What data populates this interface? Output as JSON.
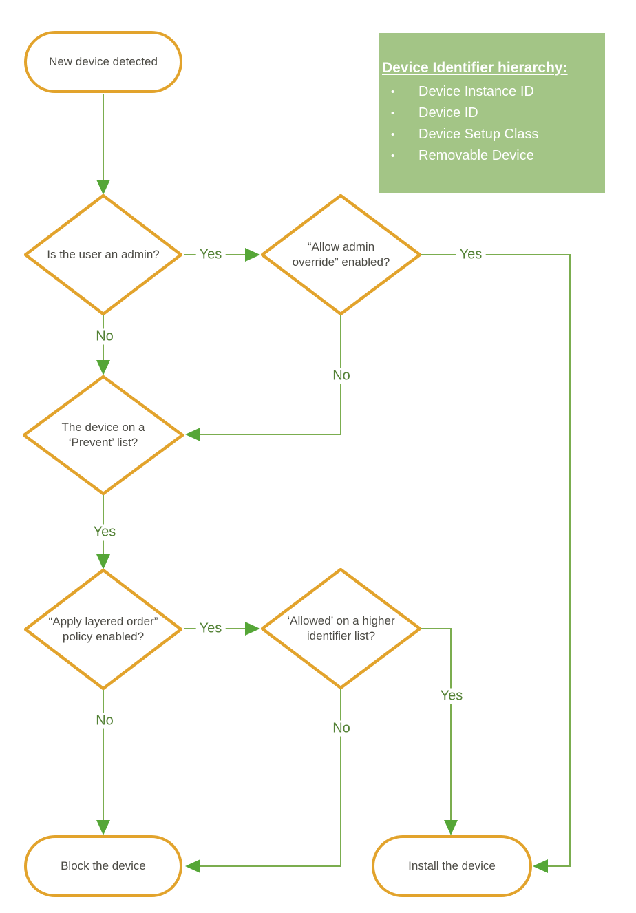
{
  "note": {
    "title": "Device Identifier hierarchy:",
    "bullet": "•",
    "items": [
      "Device Instance ID",
      "Device ID",
      "Device Setup Class",
      "Removable Device"
    ]
  },
  "nodes": {
    "start": {
      "type": "terminator",
      "label": "New device detected"
    },
    "admin": {
      "type": "decision",
      "label": "Is the user an admin?"
    },
    "override": {
      "type": "decision",
      "label": "“Allow admin override” enabled?"
    },
    "prevent": {
      "type": "decision",
      "label": "The device on a ‘Prevent’ list?"
    },
    "layered": {
      "type": "decision",
      "label": "“Apply layered order” policy enabled?"
    },
    "allowed": {
      "type": "decision",
      "label": "‘Allowed’ on a higher identifier list?"
    },
    "block": {
      "type": "terminator",
      "label": "Block the device"
    },
    "install": {
      "type": "terminator",
      "label": "Install the device"
    }
  },
  "edges": [
    {
      "from": "start",
      "to": "admin",
      "label": ""
    },
    {
      "from": "admin",
      "to": "override",
      "label": "Yes"
    },
    {
      "from": "admin",
      "to": "prevent",
      "label": "No"
    },
    {
      "from": "override",
      "to": "install",
      "label": "Yes"
    },
    {
      "from": "override",
      "to": "prevent",
      "label": "No"
    },
    {
      "from": "prevent",
      "to": "layered",
      "label": "Yes"
    },
    {
      "from": "layered",
      "to": "allowed",
      "label": "Yes"
    },
    {
      "from": "layered",
      "to": "block",
      "label": "No"
    },
    {
      "from": "allowed",
      "to": "install",
      "label": "Yes"
    },
    {
      "from": "allowed",
      "to": "block",
      "label": "No"
    }
  ],
  "colors": {
    "orange_border": "#E2A32C",
    "line_green": "#7BAD4F",
    "arrow_green": "#55A637",
    "label_green": "#538135",
    "node_text": "#4C4B45",
    "note_bg": "#A3C586",
    "note_text": "#FFFFFF"
  }
}
